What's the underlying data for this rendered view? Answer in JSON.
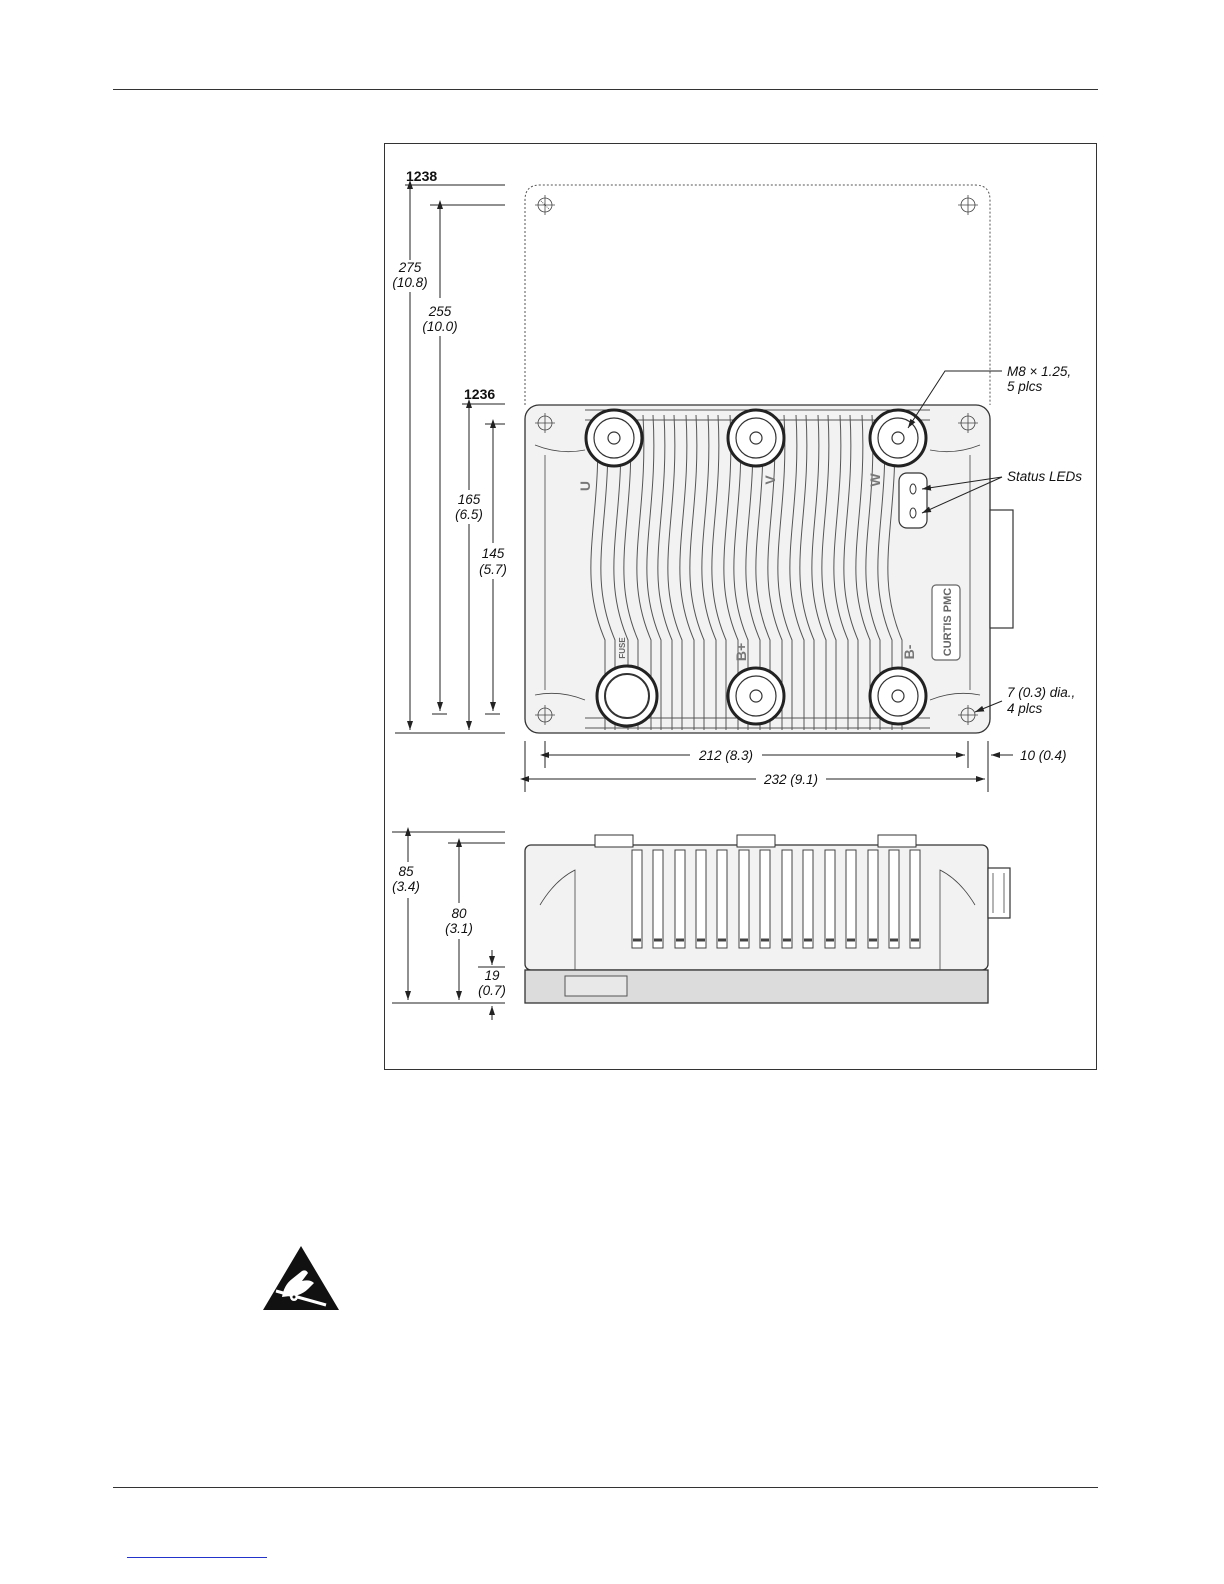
{
  "labels": {
    "model_top": "1238",
    "model_mid": "1236",
    "dim_275": "275",
    "dim_275_in": "(10.8)",
    "dim_255": "255",
    "dim_255_in": "(10.0)",
    "dim_165": "165",
    "dim_165_in": "(6.5)",
    "dim_145": "145",
    "dim_145_in": "(5.7)",
    "thread_note_1": "M8 × 1.25,",
    "thread_note_2": "5 plcs",
    "status_leds": "Status LEDs",
    "hole_note_1": "7 (0.3) dia.,",
    "hole_note_2": "4 plcs",
    "width_212": "212  (8.3)",
    "width_232": "232  (9.1)",
    "dim_10": "10  (0.4)",
    "dim_85": "85",
    "dim_85_in": "(3.4)",
    "dim_80": "80",
    "dim_80_in": "(3.1)",
    "dim_19": "19",
    "dim_19_in": "(0.7)"
  },
  "terminals": {
    "u": "U",
    "v": "V",
    "w": "W",
    "fuse": "FUSE",
    "b_plus": "B+",
    "b_minus": "B-"
  },
  "brand": "CURTIS PMC"
}
